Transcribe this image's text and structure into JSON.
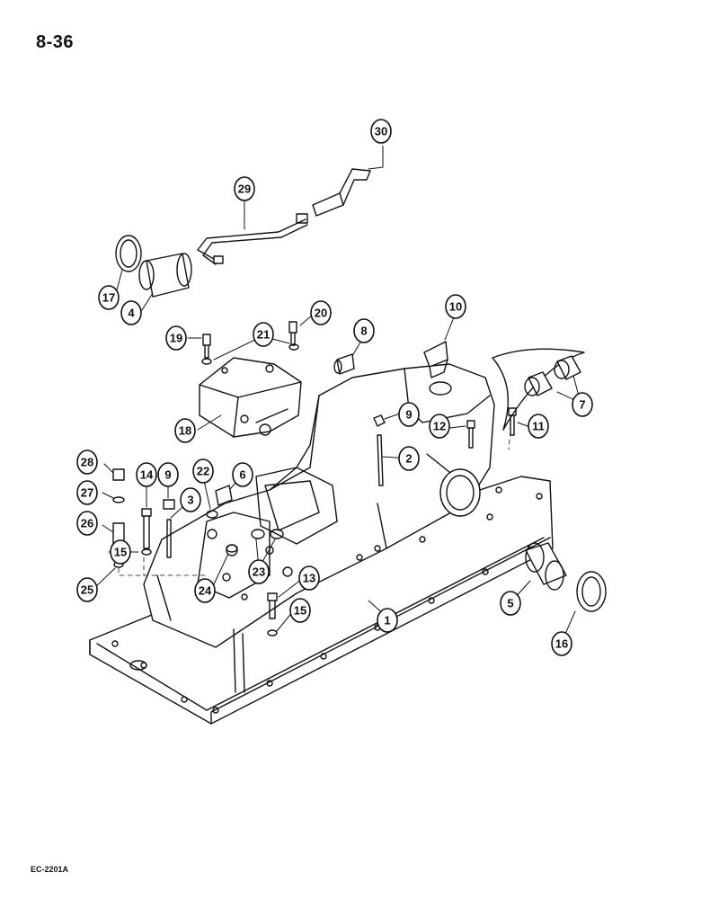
{
  "page": {
    "number": "8-36",
    "figure_code": "EC-2201A"
  },
  "callouts": [
    {
      "label": "1"
    },
    {
      "label": "2"
    },
    {
      "label": "3"
    },
    {
      "label": "4"
    },
    {
      "label": "5"
    },
    {
      "label": "6"
    },
    {
      "label": "7"
    },
    {
      "label": "8"
    },
    {
      "label": "9"
    },
    {
      "label": "9"
    },
    {
      "label": "10"
    },
    {
      "label": "11"
    },
    {
      "label": "12"
    },
    {
      "label": "13"
    },
    {
      "label": "14"
    },
    {
      "label": "15"
    },
    {
      "label": "15"
    },
    {
      "label": "16"
    },
    {
      "label": "17"
    },
    {
      "label": "18"
    },
    {
      "label": "19"
    },
    {
      "label": "20"
    },
    {
      "label": "21"
    },
    {
      "label": "22"
    },
    {
      "label": "23"
    },
    {
      "label": "24"
    },
    {
      "label": "25"
    },
    {
      "label": "26"
    },
    {
      "label": "27"
    },
    {
      "label": "28"
    },
    {
      "label": "29"
    },
    {
      "label": "30"
    }
  ]
}
